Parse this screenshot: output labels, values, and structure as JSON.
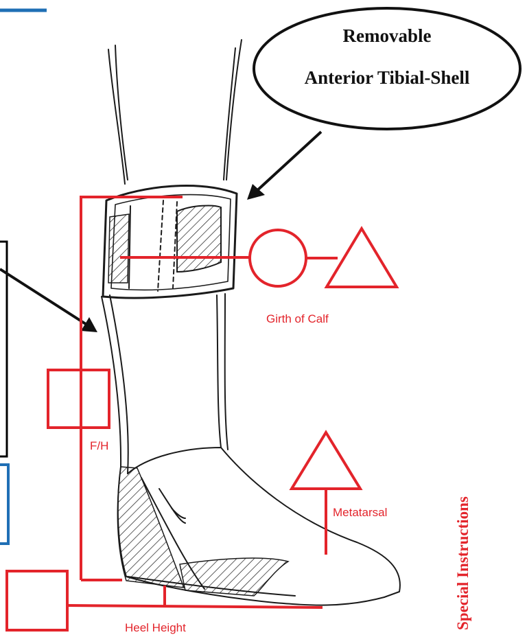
{
  "callout": {
    "line1": "Removable",
    "line2": "Anterior  Tibial-Shell"
  },
  "labels": {
    "girth_of_calf": "Girth of Calf",
    "fh": "F/H",
    "metatarsal": "Metatarsal",
    "heel_height": "Heel Height",
    "special_instructions": "Special Instructions"
  },
  "colors": {
    "annotation_red": "#e3242b",
    "sketch_black": "#1a1a1a",
    "accent_blue": "#1f6fb5"
  }
}
